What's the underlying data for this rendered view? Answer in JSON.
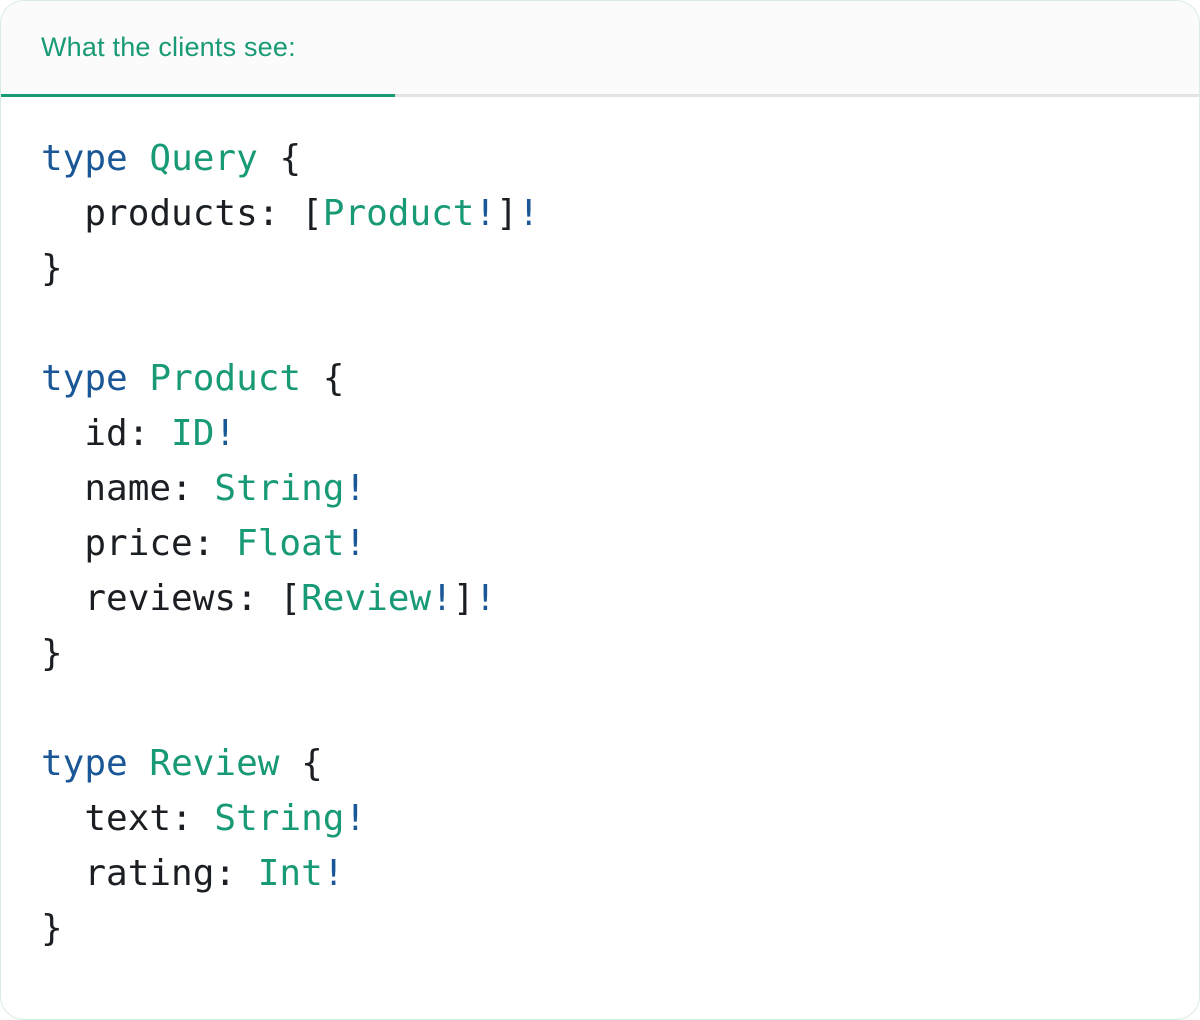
{
  "colors": {
    "accent_teal": "#189A76",
    "keyword_blue": "#1A5796",
    "code_text": "#1B1F23",
    "tabbar_bg": "#FBFBFB",
    "tabbar_border": "#E3E3E3",
    "card_border": "#D9ECE2",
    "card_bg": "#FFFFFF"
  },
  "tab": {
    "label": "What the clients see:"
  },
  "code": {
    "language": "graphql",
    "lines": [
      [
        {
          "t": "type",
          "c": "k"
        },
        {
          "t": " ",
          "c": "p"
        },
        {
          "t": "Query",
          "c": "t"
        },
        {
          "t": " {",
          "c": "p"
        }
      ],
      [
        {
          "t": "  products: [",
          "c": "p"
        },
        {
          "t": "Product",
          "c": "t"
        },
        {
          "t": "!",
          "c": "k"
        },
        {
          "t": "]",
          "c": "p"
        },
        {
          "t": "!",
          "c": "k"
        }
      ],
      [
        {
          "t": "}",
          "c": "p"
        }
      ],
      [],
      [
        {
          "t": "type",
          "c": "k"
        },
        {
          "t": " ",
          "c": "p"
        },
        {
          "t": "Product",
          "c": "t"
        },
        {
          "t": " {",
          "c": "p"
        }
      ],
      [
        {
          "t": "  id: ",
          "c": "p"
        },
        {
          "t": "ID",
          "c": "t"
        },
        {
          "t": "!",
          "c": "k"
        }
      ],
      [
        {
          "t": "  name: ",
          "c": "p"
        },
        {
          "t": "String",
          "c": "t"
        },
        {
          "t": "!",
          "c": "k"
        }
      ],
      [
        {
          "t": "  price: ",
          "c": "p"
        },
        {
          "t": "Float",
          "c": "t"
        },
        {
          "t": "!",
          "c": "k"
        }
      ],
      [
        {
          "t": "  reviews: [",
          "c": "p"
        },
        {
          "t": "Review",
          "c": "t"
        },
        {
          "t": "!",
          "c": "k"
        },
        {
          "t": "]",
          "c": "p"
        },
        {
          "t": "!",
          "c": "k"
        }
      ],
      [
        {
          "t": "}",
          "c": "p"
        }
      ],
      [],
      [
        {
          "t": "type",
          "c": "k"
        },
        {
          "t": " ",
          "c": "p"
        },
        {
          "t": "Review",
          "c": "t"
        },
        {
          "t": " {",
          "c": "p"
        }
      ],
      [
        {
          "t": "  text: ",
          "c": "p"
        },
        {
          "t": "String",
          "c": "t"
        },
        {
          "t": "!",
          "c": "k"
        }
      ],
      [
        {
          "t": "  rating: ",
          "c": "p"
        },
        {
          "t": "Int",
          "c": "t"
        },
        {
          "t": "!",
          "c": "k"
        }
      ],
      [
        {
          "t": "}",
          "c": "p"
        }
      ]
    ]
  }
}
